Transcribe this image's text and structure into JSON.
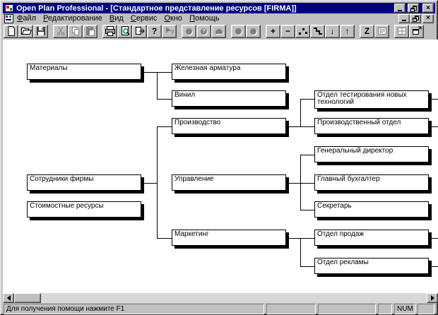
{
  "window": {
    "title": "Open Plan Professional - [Стандартное представление ресурсов [FIRMA]]"
  },
  "menu": {
    "items": [
      "Файл",
      "Редактирование",
      "Вид",
      "Сервис",
      "Окно",
      "Помощь"
    ]
  },
  "toolbar": {
    "buttons": [
      "new",
      "open",
      "save",
      "cut",
      "copy",
      "paste",
      "print",
      "print-preview",
      "exchange",
      "help",
      "context-help",
      "node-circle",
      "node-circle-question",
      "node-dome",
      "node-circle-a",
      "node-circle-b",
      "add",
      "remove",
      "link-nodes",
      "steps",
      "move-down",
      "move-up",
      "sort-z",
      "notes",
      "window-tile",
      "window-cascade"
    ],
    "glyphs": {
      "close": "×",
      "help": "?",
      "context_help": "?",
      "circle_question": "?",
      "plus": "+",
      "minus": "−",
      "arrow_down": "↓",
      "arrow_up": "↑",
      "z": "Z"
    }
  },
  "diagram": {
    "nodes": {
      "materialy": "Материалы",
      "zheleznaya": "Железная арматура",
      "vinil": "Винил",
      "proizvodstvo": "Производство",
      "sotrudniki": "Сотрудники фирмы",
      "stoimostnye": "Стоимостные ресурсы",
      "upravlenie": "Управление",
      "marketing": "Маркетинг",
      "testirovaniya": "Отдел тестирования новых технологий",
      "proizv_otdel": "Производственный отдел",
      "gendirektor": "Генеральный директор",
      "buhgalter": "Главный бухгалтер",
      "sekretar": "Секретарь",
      "prodazh": "Отдел продаж",
      "reklamy": "Отдел рекламы"
    }
  },
  "statusbar": {
    "message": "Для получения помощи нажмите F1",
    "num": "NUM"
  },
  "colors": {
    "titlebar": "#000080",
    "window_chrome": "#c0c0c0",
    "canvas": "#ffffff",
    "box_shadow": "#000000"
  }
}
